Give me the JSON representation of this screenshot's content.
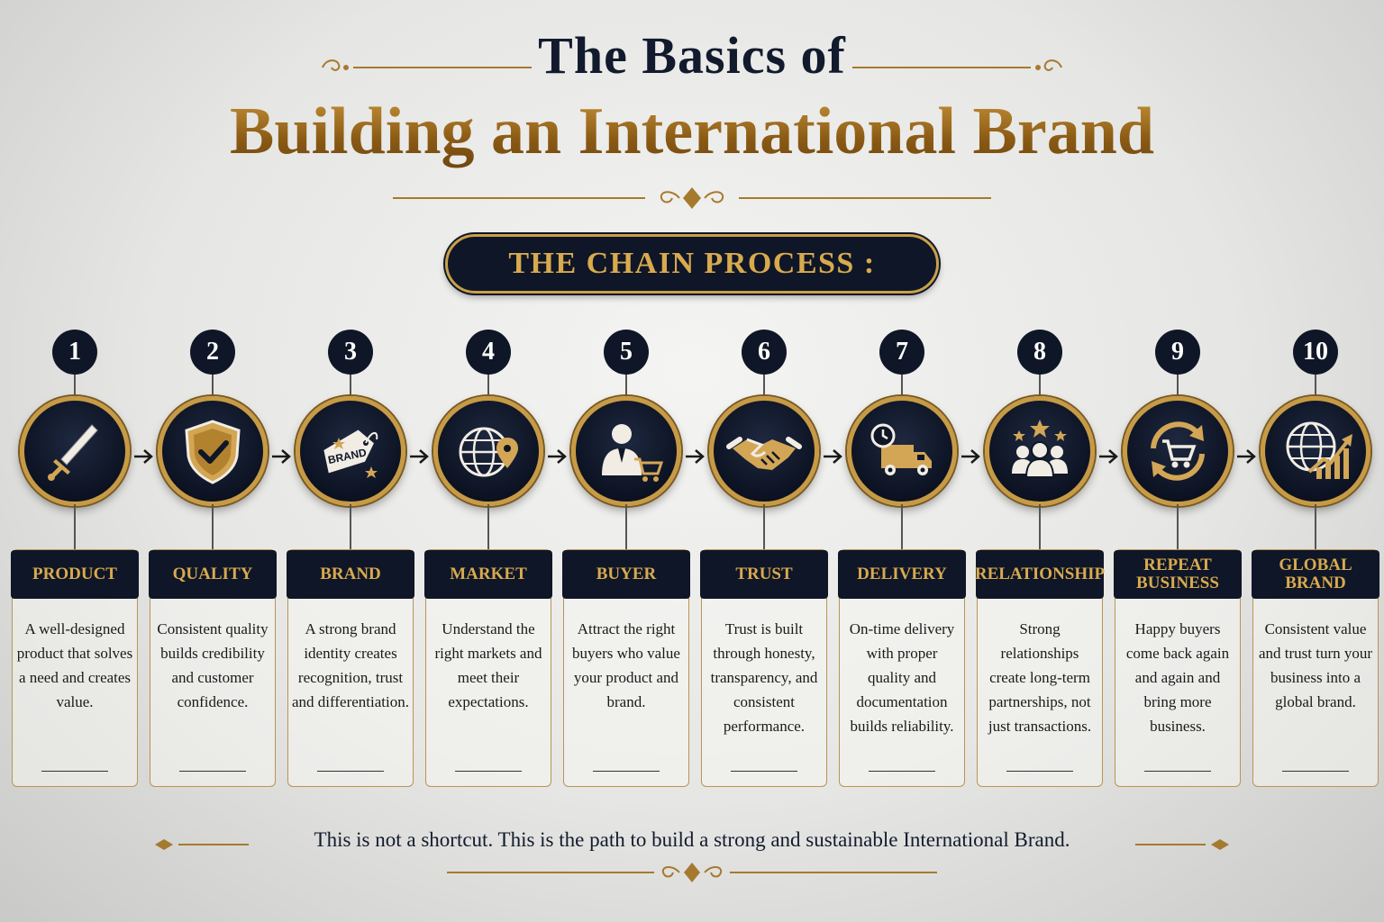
{
  "header": {
    "title_line1": "The Basics of",
    "title_line2": "Building an International Brand",
    "section_label": "THE CHAIN PROCESS :"
  },
  "steps": [
    {
      "number": "1",
      "title": "PRODUCT",
      "description": "A well-designed product that solves a need and creates value.",
      "icon": "sword-icon"
    },
    {
      "number": "2",
      "title": "QUALITY",
      "description": "Consistent quality builds credibility and customer confidence.",
      "icon": "shield-check-icon"
    },
    {
      "number": "3",
      "title": "BRAND",
      "description": "A strong brand identity creates recognition, trust and differentiation.",
      "icon": "brand-tag-icon",
      "icon_text": "BRAND"
    },
    {
      "number": "4",
      "title": "MARKET",
      "description": "Understand the right markets and meet their expectations.",
      "icon": "globe-pin-icon"
    },
    {
      "number": "5",
      "title": "BUYER",
      "description": "Attract the right buyers who value your product and brand.",
      "icon": "buyer-cart-icon"
    },
    {
      "number": "6",
      "title": "TRUST",
      "description": "Trust is built through honesty, transparency, and consistent performance.",
      "icon": "handshake-icon"
    },
    {
      "number": "7",
      "title": "DELIVERY",
      "description": "On-time delivery with proper quality and documentation builds reliability.",
      "icon": "delivery-truck-icon"
    },
    {
      "number": "8",
      "title": "RELATIONSHIP",
      "description": "Strong relationships create long-term partnerships, not just transactions.",
      "icon": "people-stars-icon"
    },
    {
      "number": "9",
      "title": "REPEAT BUSINESS",
      "description": "Happy buyers come back again and again and bring more business.",
      "icon": "cart-cycle-icon"
    },
    {
      "number": "10",
      "title": "GLOBAL BRAND",
      "description": "Consistent value and trust turn your business into a global brand.",
      "icon": "globe-growth-icon"
    }
  ],
  "footer": {
    "text": "This is not a shortcut. This is the path to build a strong and sustainable International Brand."
  },
  "colors": {
    "navy": "#0f1627",
    "gold": "#c9a04a",
    "gold_text": "#d8aa4e"
  }
}
